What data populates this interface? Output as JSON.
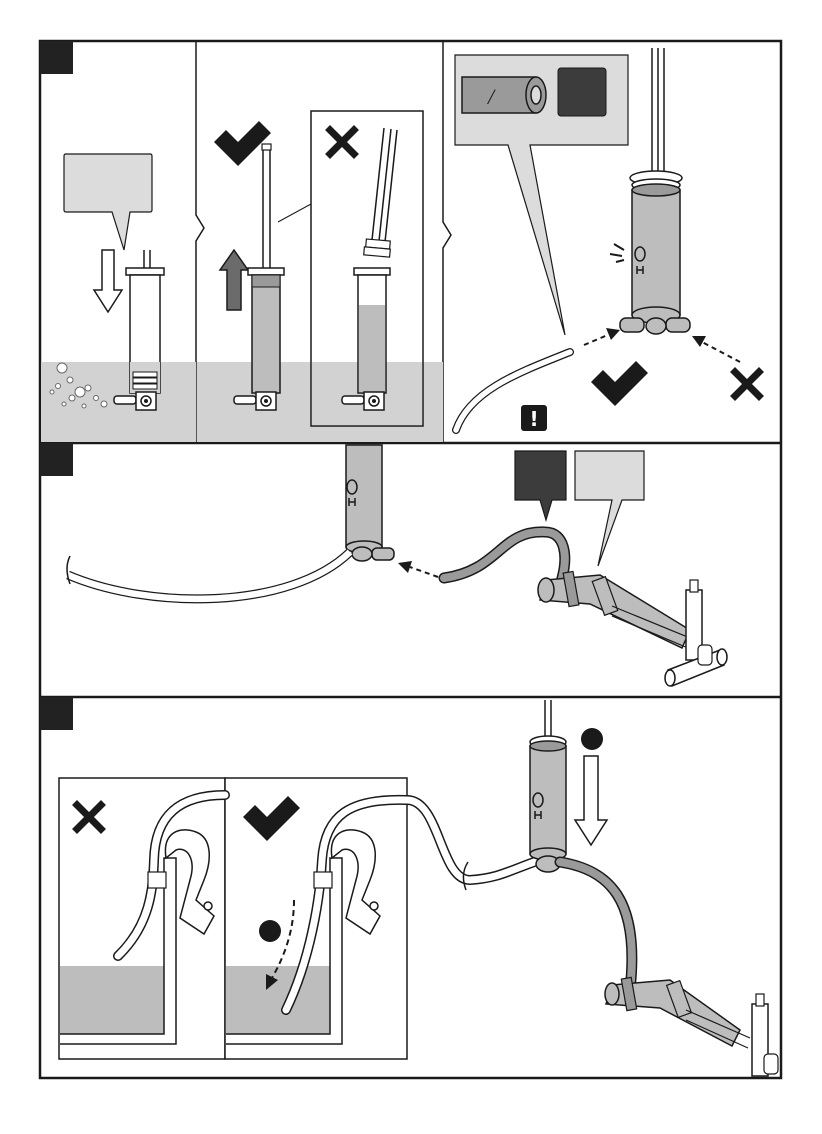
{
  "steps": [
    {
      "number": "",
      "panels": [
        "submerge-and-fill",
        "lift-plunger",
        "check-valve-connection"
      ]
    },
    {
      "number": "",
      "panels": [
        "connect-pump-hose"
      ]
    },
    {
      "number": "",
      "panels": [
        "hose-over-tank-rim",
        "prime-pump"
      ]
    }
  ],
  "icons": {
    "correct": "check-mark-icon",
    "wrong": "cross-mark-icon",
    "attention": "exclamation-icon",
    "direction": "arrow-icon"
  },
  "attention_mark": "!",
  "callouts": {
    "tube_end_mark": "/",
    "tube_label": ""
  },
  "colors": {
    "line": "#1a1a1a",
    "water": "#bdbdbd",
    "water_light": "#d2d2d2",
    "step_badge": "#222222",
    "callout_fill": "#dcdcdc",
    "callout_dark": "#3c3c3c",
    "hose_grey": "#9a9a9a"
  }
}
